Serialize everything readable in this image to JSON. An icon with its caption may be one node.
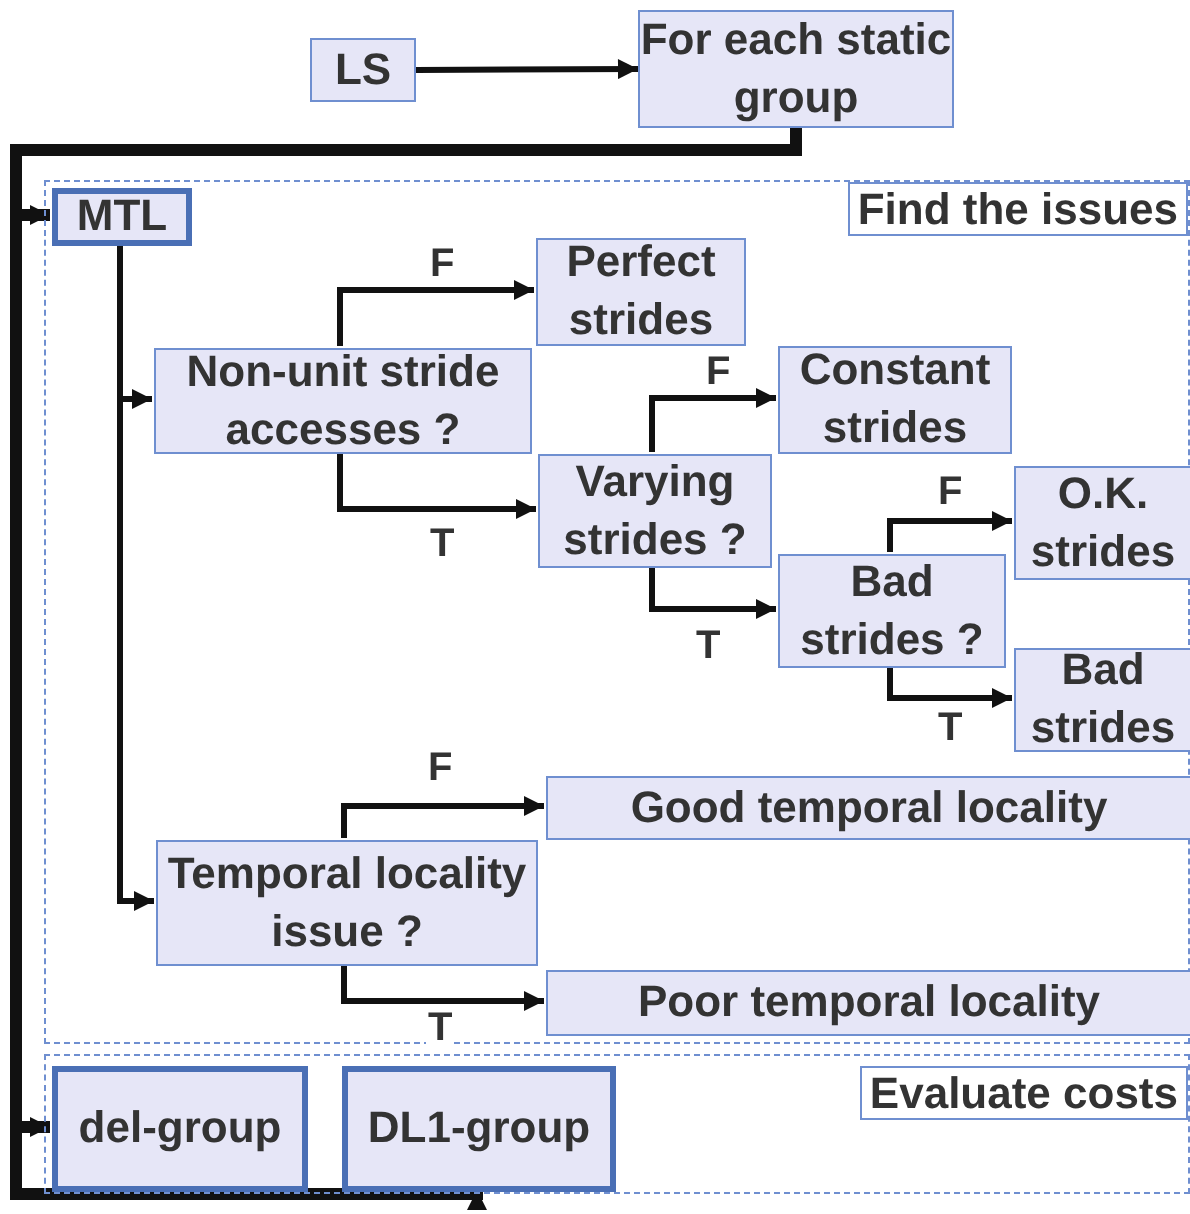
{
  "diagram": {
    "nodes": [
      {
        "text": [
          "LS"
        ]
      },
      {
        "text": [
          "For each static group"
        ]
      },
      {
        "text": [
          "Find the issues"
        ]
      },
      {
        "text": [
          "MTL"
        ],
        "in": 2
      },
      {
        "text": [
          "Non-unit stride accesses ?"
        ],
        "in": 2
      },
      {
        "text": [
          "Perfect strides"
        ],
        "in": 2
      },
      {
        "text": [
          "Varying strides ?"
        ],
        "in": 2
      },
      {
        "text": [
          "Constant strides"
        ],
        "in": 2
      },
      {
        "text": [
          "Bad strides ?"
        ],
        "in": 2
      },
      {
        "text": [
          "O.K. strides"
        ],
        "in": 2
      },
      {
        "text": [
          "Bad strides"
        ],
        "in": 2
      },
      {
        "text": [
          "Temporal locality issue ?"
        ],
        "in": 2
      },
      {
        "text": [
          "Good temporal locality"
        ],
        "in": 2
      },
      {
        "text": [
          "Poor temporal locality"
        ],
        "in": 2
      },
      {
        "text": [
          "Evaluate costs"
        ]
      },
      {
        "text": [
          "del-group"
        ],
        "in": 14
      },
      {
        "text": [
          "DL1-group"
        ],
        "in": 14
      }
    ],
    "edges": [
      {
        "from": 0,
        "to": 1,
        "arrow": "to"
      },
      {
        "from": 1,
        "to": 3,
        "arrow": "to",
        "style": "thick"
      },
      {
        "from": 1,
        "to": 15,
        "arrow": "to",
        "style": "thick"
      },
      {
        "from": 1,
        "to": 16,
        "arrow": "to",
        "style": "thick"
      },
      {
        "from": 3,
        "to": 4,
        "arrow": "to"
      },
      {
        "from": 3,
        "to": 11,
        "arrow": "to"
      },
      {
        "from": 4,
        "to": 5,
        "label": "F",
        "arrow": "to"
      },
      {
        "from": 4,
        "to": 6,
        "label": "T",
        "arrow": "to"
      },
      {
        "from": 6,
        "to": 7,
        "label": "F",
        "arrow": "to"
      },
      {
        "from": 6,
        "to": 8,
        "label": "T",
        "arrow": "to"
      },
      {
        "from": 8,
        "to": 9,
        "label": "F",
        "arrow": "to"
      },
      {
        "from": 8,
        "to": 10,
        "label": "T",
        "arrow": "to"
      },
      {
        "from": 11,
        "to": 12,
        "label": "F",
        "arrow": "to"
      },
      {
        "from": 11,
        "to": 13,
        "label": "T",
        "arrow": "to"
      }
    ]
  }
}
